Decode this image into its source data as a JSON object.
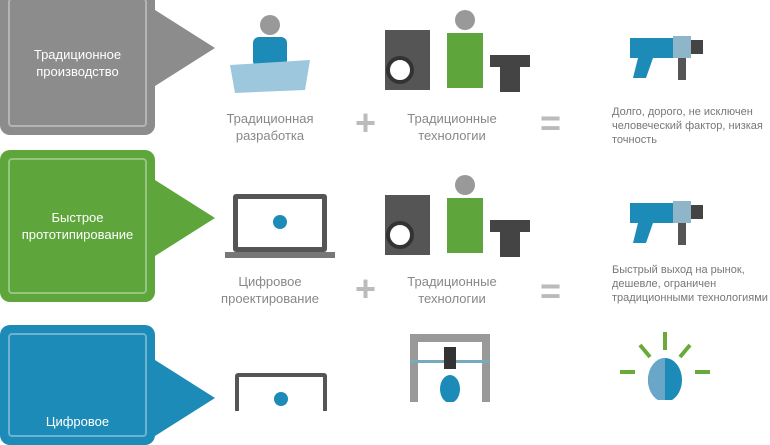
{
  "rows": [
    {
      "title": "Традиционное производство",
      "design": "Традиционная разработка",
      "tech": "Традиционные технологии",
      "result": "Долго, дорого, не исключен человеческий фактор, низкая точность",
      "color": "#8c8c8c"
    },
    {
      "title": "Быстрое прототипирование",
      "design": "Цифровое проектирование",
      "tech": "Традиционные технологии",
      "result": "Быстрый выход на рынок, дешевле, ограничен традиционными технологиями",
      "color": "#5ea63b"
    },
    {
      "title": "Цифровое",
      "color": "#1d8bb8"
    }
  ],
  "operators": {
    "plus": "+",
    "equals": "="
  }
}
